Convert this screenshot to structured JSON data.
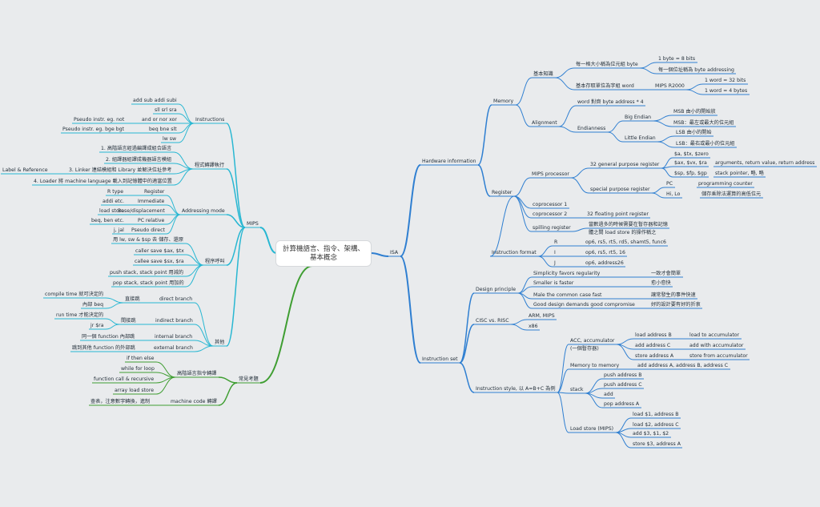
{
  "root": {
    "title": "計算機語言、指令、架構、\n基本概念"
  },
  "colors": {
    "isa": "#2f7fd1",
    "mips": "#28b7d2",
    "exam": "#3f9e32",
    "background": "#e9ebed"
  },
  "isa": {
    "label": "ISA",
    "hardware": {
      "label": "Hardware information",
      "memory": {
        "label": "Memory",
        "basic": {
          "label": "基本知識",
          "byte": {
            "label": "每一格大小稱為位元組 byte",
            "items": [
              "1 byte = 8 bits",
              "每一個位址稱為 byte addressing"
            ]
          },
          "word": {
            "label": "基本存取單位為字組 word",
            "mips": "MIPS R2000",
            "items": [
              "1 word = 32 bits",
              "1 word = 4 bytes"
            ]
          }
        },
        "alignment": {
          "label": "Alignment",
          "word_rule": "word 對齊 byte address * 4",
          "endianness": {
            "label": "Endianness",
            "big": {
              "label": "Big Endian",
              "items": [
                "MSB 由小的開始放",
                "MSB：最左或最大的位元組"
              ]
            },
            "little": {
              "label": "Little Endian",
              "items": [
                "LSB 由小的開始",
                "LSB：最右或最小的位元組"
              ]
            }
          }
        }
      },
      "register": {
        "label": "Register",
        "mips_processor": {
          "label": "MIPS processor",
          "gp": {
            "label": "32 general purpose register",
            "items": [
              [
                "$a, $tx, $zero",
                ""
              ],
              [
                "$ax, $vx, $ra",
                "arguments, return value, return address"
              ],
              [
                "$sp, $fp, $gp",
                "stack pointer, 略, 略"
              ]
            ]
          },
          "sp": {
            "label": "special purpose register",
            "items": [
              [
                "PC",
                "programming counter"
              ],
              [
                "Hi, Lo",
                "儲存乘除法運算的高低位元"
              ]
            ]
          }
        },
        "cop1": "coprocessor 1",
        "cop2": {
          "label": "coprocessor 2",
          "note": "32 floating point register"
        },
        "spilling": {
          "label": "spilling register",
          "note1": "當數過多的時候需要在暫存器和記憶",
          "note2": "體之間 load store 的操作稱之"
        },
        "iformat": {
          "label": "Instruction format",
          "items": [
            [
              "R",
              "op6, rs5, rt5, rd5, shamt5, func6"
            ],
            [
              "I",
              "op6, rs5, rt5, 16"
            ],
            [
              "J",
              "op6, address26"
            ]
          ]
        }
      }
    },
    "instruction_set": {
      "label": "Instruction set",
      "design": {
        "label": "Design principle",
        "items": [
          [
            "Simplicity favors regularity",
            "一致才會簡單"
          ],
          [
            "Smaller is faster",
            "愈小愈快"
          ],
          [
            "Male the common case fast",
            "讓常發生的事件快速"
          ],
          [
            "Good design demands good compromise",
            "好的設計要有好的折衷"
          ]
        ]
      },
      "cisc": {
        "label": "CISC vs. RISC",
        "items": [
          "ARM, MIPS",
          "x86"
        ]
      },
      "style": {
        "label": "Instruction style, 以 A=B+C 為例",
        "acc": {
          "label1": "ACC, accumulator",
          "label2": "(一個暫存器)",
          "items": [
            [
              "load address B",
              "load to accumulator"
            ],
            [
              "add address C",
              "add with accumulator"
            ],
            [
              "store address A",
              "store from accumulator"
            ]
          ]
        },
        "mem": {
          "label": "Memory to memory",
          "item": "add address A, address B, address C"
        },
        "stack": {
          "label": "stack",
          "items": [
            "push address B",
            "push address C",
            "add",
            "pop address A"
          ]
        },
        "ls": {
          "label": "Load store (MIPS)",
          "items": [
            "load $1, address B",
            "load $2, address C",
            "add $3, $1, $2",
            "store $3, address A"
          ]
        }
      }
    }
  },
  "mips": {
    "label": "MIPS",
    "instructions": {
      "label": "Instructions",
      "items": [
        [
          "add sub addi subi",
          ""
        ],
        [
          "sll srl sra",
          ""
        ],
        [
          "and or nor xor",
          "Pseudo instr. eg. not"
        ],
        [
          "beq bne slt",
          "Pseudo instr. eg. bge bgt"
        ],
        [
          "lw sw",
          ""
        ]
      ]
    },
    "compile": {
      "label": "程式轉譯執行",
      "items": [
        [
          "1. 高階語言經過編譯成組合語言",
          ""
        ],
        [
          "2. 組譯器組譯成機器語言模組",
          ""
        ],
        [
          "3. Linker 連結模組和 Library 並解決位址參考",
          "Label & Reference"
        ],
        [
          "4. Loader 將 machine language 載入到記憶體中的適當位置",
          ""
        ]
      ]
    },
    "addressing": {
      "label": "Addressing mode",
      "items": [
        [
          "Register",
          "R type"
        ],
        [
          "Immediate",
          "addi etc."
        ],
        [
          "Base/displacement",
          "load store"
        ],
        [
          "PC relative",
          "beq, ben etc."
        ],
        [
          "Pseudo direct",
          "j, jal"
        ]
      ]
    },
    "calling": {
      "label": "程序呼叫",
      "items": [
        "用 lw, sw & $sp 去 儲存、還原",
        "caller save $ax, $tx",
        "callee save $sx, $ra",
        "push stack, stack point 用減的",
        "pop stack, stack point 用加的"
      ]
    },
    "other": {
      "label": "其他",
      "direct": {
        "label": "direct branch",
        "sub": "直接跳",
        "items": [
          "compile time 就可決定的",
          "內部 beq"
        ]
      },
      "indirect": {
        "label": "indirect branch",
        "sub": "間接跳",
        "items": [
          "run time 才能決定的",
          "jr $ra"
        ]
      },
      "internal": {
        "label": "internal branch",
        "sub": "同一個 function 內部跳"
      },
      "external": {
        "label": "external branch",
        "sub": "跳到其他 function 的外部跳"
      }
    }
  },
  "exam": {
    "label": "常見考題",
    "hll": {
      "label": "高階語言指令轉譯",
      "items": [
        "if then else",
        "while for loop",
        "function call & recursive",
        "array load store"
      ]
    },
    "mc": {
      "label": "machine code 轉譯",
      "item": "查表，注意數字轉換，進制"
    }
  }
}
